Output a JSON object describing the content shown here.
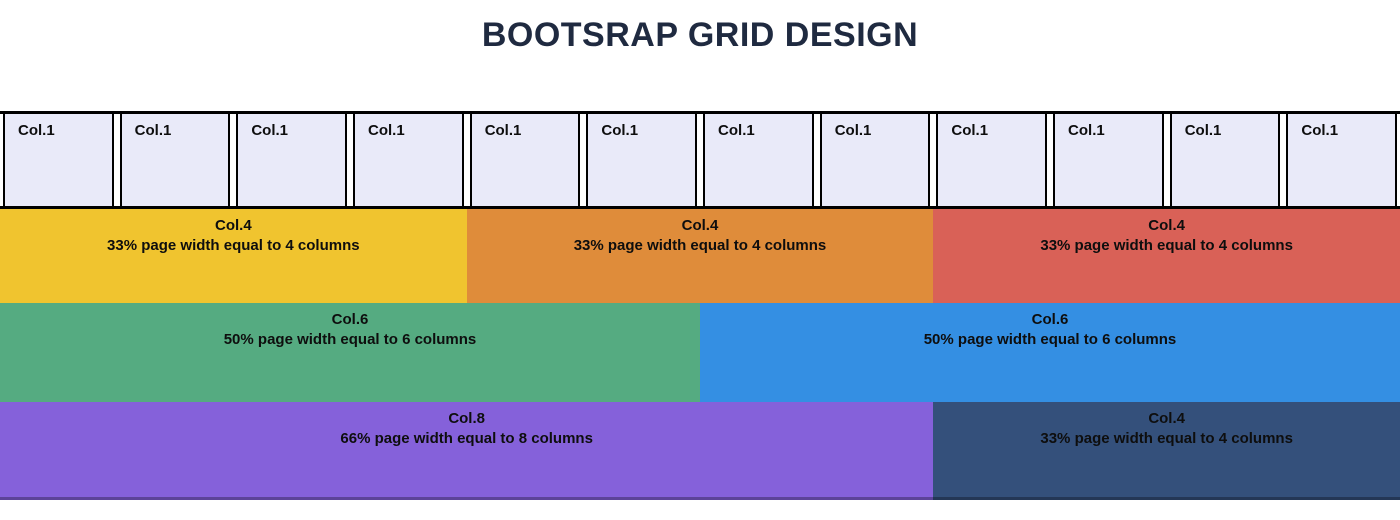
{
  "title": "BOOTSRAP GRID DESIGN",
  "colors": {
    "title_text": "#1F2A40",
    "block_text": "#0E0E0E",
    "unit_cell_bg": "#E9EAF9",
    "unit_cell_border": "#000000",
    "yellow": "#F0C42F",
    "orange": "#DF8C3A",
    "red": "#D96157",
    "green": "#55AB81",
    "blue": "#348FE3",
    "purple": "#8561DA",
    "navy": "#34507B"
  },
  "grid": {
    "row1": {
      "cells": [
        {
          "label": "Col.1"
        },
        {
          "label": "Col.1"
        },
        {
          "label": "Col.1"
        },
        {
          "label": "Col.1"
        },
        {
          "label": "Col.1"
        },
        {
          "label": "Col.1"
        },
        {
          "label": "Col.1"
        },
        {
          "label": "Col.1"
        },
        {
          "label": "Col.1"
        },
        {
          "label": "Col.1"
        },
        {
          "label": "Col.1"
        },
        {
          "label": "Col.1"
        }
      ]
    },
    "row2": {
      "blocks": [
        {
          "label": "Col.4",
          "desc": "33% page width equal to 4 columns",
          "width_percent": 33.33,
          "color_name": "yellow"
        },
        {
          "label": "Col.4",
          "desc": "33% page width equal to 4 columns",
          "width_percent": 33.33,
          "color_name": "orange"
        },
        {
          "label": "Col.4",
          "desc": "33% page width equal to 4 columns",
          "width_percent": 33.33,
          "color_name": "red"
        }
      ]
    },
    "row3": {
      "blocks": [
        {
          "label": "Col.6",
          "desc": "50% page width equal to 6 columns",
          "width_percent": 50,
          "color_name": "green"
        },
        {
          "label": "Col.6",
          "desc": "50% page width equal to 6 columns",
          "width_percent": 50,
          "color_name": "blue"
        }
      ]
    },
    "row4": {
      "blocks": [
        {
          "label": "Col.8",
          "desc": "66% page width equal to 8 columns",
          "width_percent": 66.67,
          "color_name": "purple"
        },
        {
          "label": "Col.4",
          "desc": "33% page width equal to 4 columns",
          "width_percent": 33.33,
          "color_name": "navy"
        }
      ]
    }
  }
}
